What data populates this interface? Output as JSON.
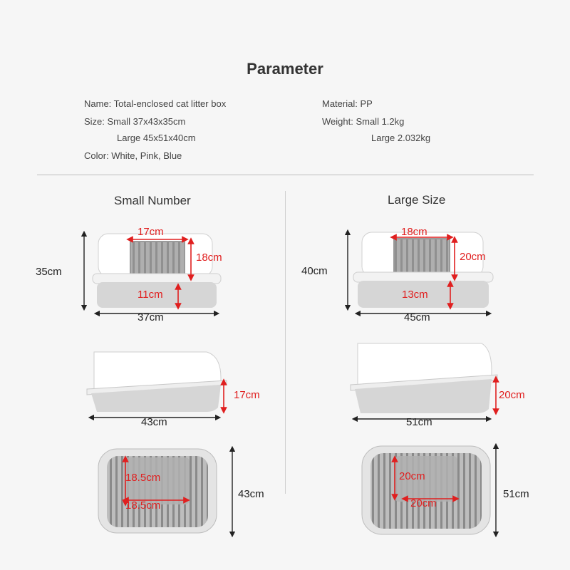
{
  "title": "Parameter",
  "specs": {
    "name": "Name: Total-enclosed cat litter box",
    "material": "Material: PP",
    "size_small": "Size: Small 37x43x35cm",
    "size_large": "Large 45x51x40cm",
    "weight_small": "Weight: Small 1.2kg",
    "weight_large": "Large 2.032kg",
    "color": "Color: White, Pink, Blue"
  },
  "small": {
    "heading": "Small Number",
    "front": {
      "height": "35cm",
      "width": "37cm",
      "door_width": "17cm",
      "door_height": "18cm",
      "tray_height": "11cm"
    },
    "side": {
      "length": "43cm",
      "tray_height": "17cm"
    },
    "top": {
      "depth": "43cm",
      "opening_height": "18.5cm",
      "opening_width": "18.5cm"
    }
  },
  "large": {
    "heading": "Large Size",
    "front": {
      "height": "40cm",
      "width": "45cm",
      "door_width": "18cm",
      "door_height": "20cm",
      "tray_height": "13cm"
    },
    "side": {
      "length": "51cm",
      "tray_height": "20cm"
    },
    "top": {
      "depth": "51cm",
      "opening_height": "20cm",
      "opening_width": "20cm"
    }
  },
  "colors": {
    "dimension_red": "#e01f1f",
    "body_white": "#ffffff",
    "tray_gray": "#d6d6d6"
  }
}
